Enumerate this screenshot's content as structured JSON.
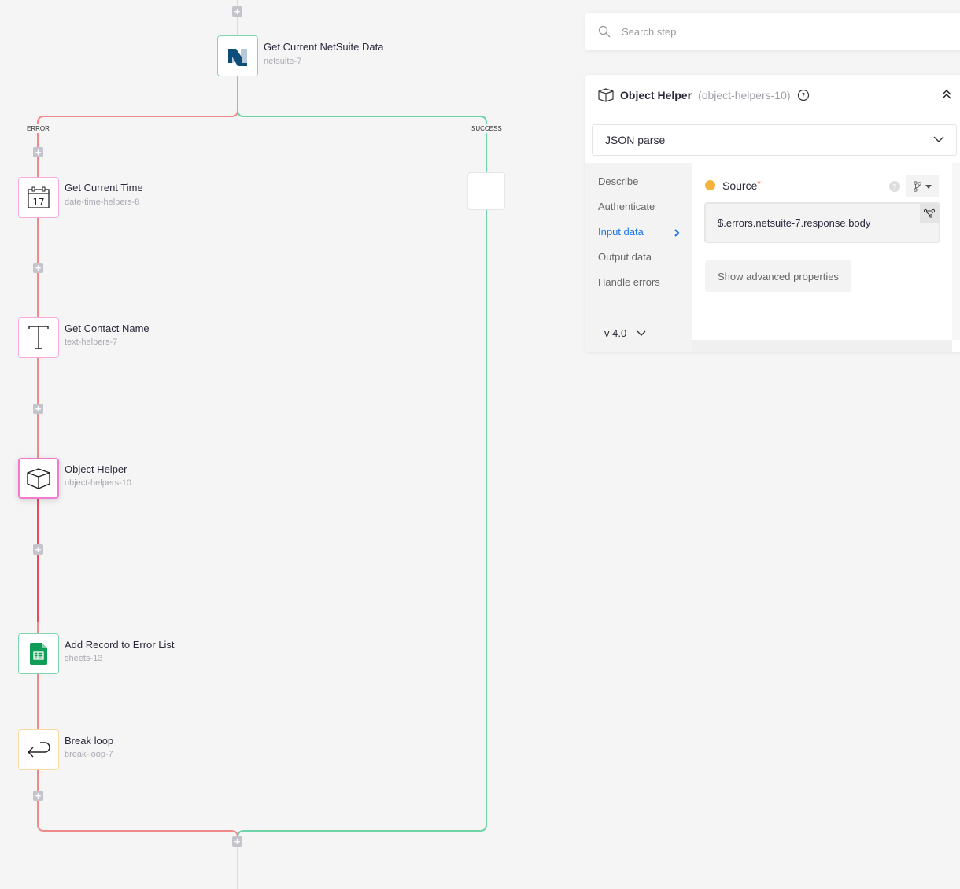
{
  "canvas": {
    "branch_error": "ERROR",
    "branch_success": "SUCCESS",
    "nodes": [
      {
        "title": "Get Current NetSuite Data",
        "id": "netsuite-7",
        "icon": "netsuite-logo-icon"
      },
      {
        "title": "Get Current Time",
        "id": "date-time-helpers-8",
        "icon": "calendar-icon",
        "calendar_day": "17"
      },
      {
        "title": "Get Contact Name",
        "id": "text-helpers-7",
        "icon": "text-t-icon"
      },
      {
        "title": "Object Helper",
        "id": "object-helpers-10",
        "icon": "cube-icon"
      },
      {
        "title": "Add Record to Error List",
        "id": "sheets-13",
        "icon": "google-sheets-icon"
      },
      {
        "title": "Break loop",
        "id": "break-loop-7",
        "icon": "return-arrow-icon"
      }
    ],
    "colors": {
      "error": "#f08a8a",
      "success": "#6fd3a8",
      "neutral": "#dcdcdc"
    }
  },
  "search": {
    "placeholder": "Search step"
  },
  "panel": {
    "title": "Object Helper",
    "step_id": "(object-helpers-10)",
    "operation": "JSON parse",
    "nav": [
      "Describe",
      "Authenticate",
      "Input data",
      "Output data",
      "Handle errors"
    ],
    "active_nav": "Input data",
    "version": "v 4.0",
    "field": {
      "label": "Source",
      "required_mark": "*",
      "value": "$.errors.netsuite-7.response.body",
      "status_color": "#f7b23b"
    },
    "advanced_button": "Show advanced properties"
  }
}
